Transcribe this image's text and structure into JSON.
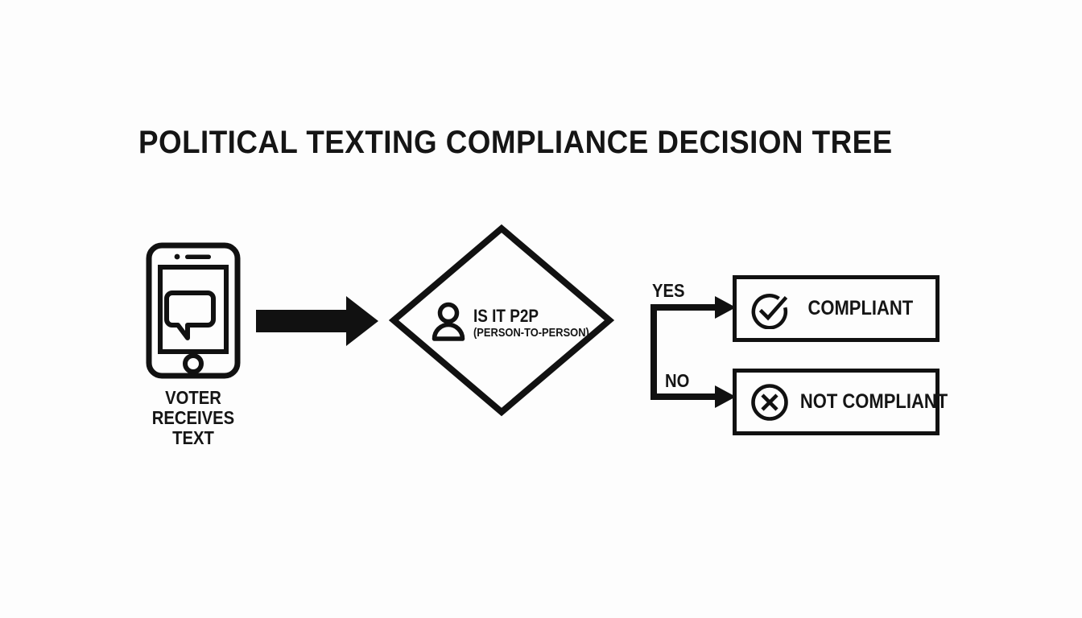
{
  "page": {
    "title": "POLITICAL TEXTING COMPLIANCE DECISION TREE",
    "background_color": "#fdfdfd",
    "ink_color": "#151515"
  },
  "start_node": {
    "icon": "smartphone-message-icon",
    "caption_line1": "VOTER",
    "caption_line2": "RECEIVES TEXT"
  },
  "flow_arrow": {
    "icon": "right-block-arrow-icon"
  },
  "decision_node": {
    "shape": "diamond",
    "icon": "person-icon",
    "question": "IS IT P2P",
    "question_detail": "(PERSON-TO-PERSON)"
  },
  "branches": [
    {
      "label": "YES",
      "arrow_icon": "right-arrow-icon",
      "target": "COMPLIANT"
    },
    {
      "label": "NO",
      "arrow_icon": "right-arrow-icon",
      "target": "NOT COMPLIANT"
    }
  ],
  "outcomes": [
    {
      "label": "COMPLIANT",
      "icon": "check-circle-icon"
    },
    {
      "label": "NOT COMPLIANT",
      "icon": "x-circle-icon"
    }
  ]
}
